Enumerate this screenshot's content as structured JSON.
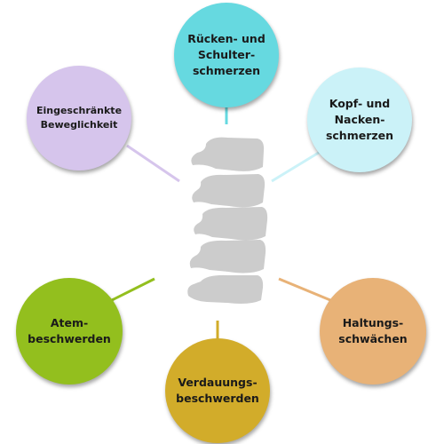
{
  "nodes": [
    {
      "id": "ruecken",
      "label": "Rücken- und\nSchulter-\nschmerzen",
      "color": "#66d9e0"
    },
    {
      "id": "kopf",
      "label": "Kopf- und\nNacken-\nschmerzen",
      "color": "#cbf2f8"
    },
    {
      "id": "beweglichkeit",
      "label": "Eingeschränkte\nBeweglichkeit",
      "color": "#d6c5ec"
    },
    {
      "id": "atem",
      "label": "Atem-\nbeschwerden",
      "color": "#93bf1e"
    },
    {
      "id": "haltung",
      "label": "Haltungs-\nschwächen",
      "color": "#e8b277"
    },
    {
      "id": "verdauung",
      "label": "Verdauungs-\nbeschwerden",
      "color": "#d2ac2a"
    }
  ],
  "connector_colors": {
    "ruecken": "#66d9e0",
    "kopf": "#cbf2f8",
    "beweglichkeit": "#d6c5ec",
    "atem": "#93bf1e",
    "haltung": "#e8b277",
    "verdauung": "#d2ac2a"
  },
  "spine_color": "#cccccc",
  "icons": [
    "spine-icon"
  ]
}
